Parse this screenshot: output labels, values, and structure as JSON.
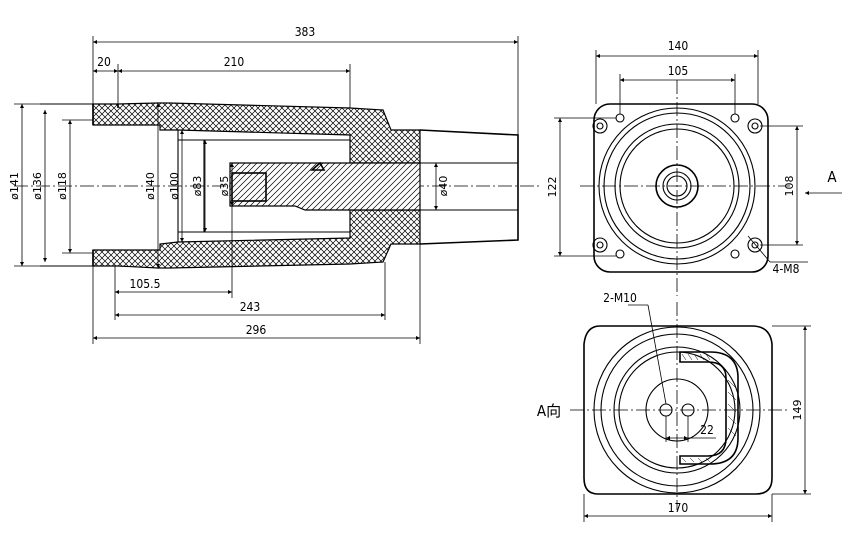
{
  "side_view": {
    "dims": {
      "overall_length": "383",
      "flange_thickness": "20",
      "outer_cone_length": "210",
      "d141": "ø141",
      "d136": "ø136",
      "d118": "ø118",
      "d140": "ø140",
      "d100": "ø100",
      "d83": "ø83",
      "d35": "ø35",
      "d40": "ø40",
      "len_105_5": "105.5",
      "len_243": "243",
      "len_296": "296"
    }
  },
  "front_view": {
    "dims": {
      "width_140": "140",
      "holes_105": "105",
      "height_122": "122",
      "holes_108": "108",
      "holes_callout": "4-M8"
    },
    "view_arrow_label": "A"
  },
  "bottom_view": {
    "title": "A向",
    "dims": {
      "holes_callout": "2-M10",
      "spacing_22": "22",
      "height_149": "149",
      "width_170": "170"
    }
  }
}
